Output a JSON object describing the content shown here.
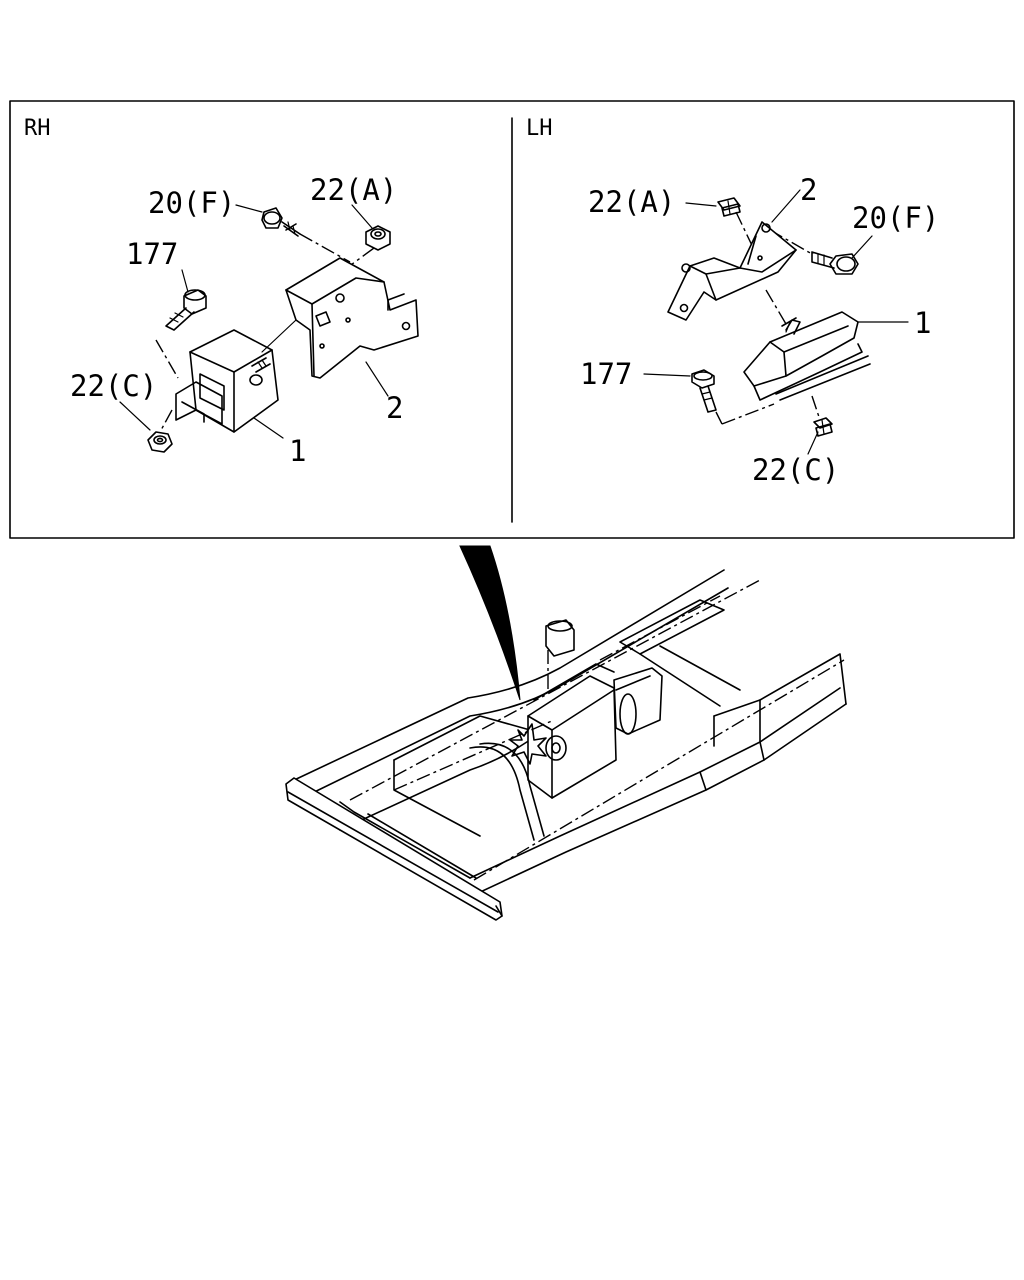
{
  "panels": {
    "rh": {
      "side_label": "RH",
      "callouts": {
        "bolt_f": "20(F)",
        "nut_a": "22(A)",
        "bolt_177": "177",
        "nut_c": "22(C)",
        "mount_1": "1",
        "bracket_2": "2"
      }
    },
    "lh": {
      "side_label": "LH",
      "callouts": {
        "nut_a": "22(A)",
        "bracket_2": "2",
        "bolt_f": "20(F)",
        "mount_1": "1",
        "bolt_177": "177",
        "nut_c": "22(C)"
      }
    }
  },
  "colors": {
    "line": "#000000",
    "background": "#ffffff"
  }
}
